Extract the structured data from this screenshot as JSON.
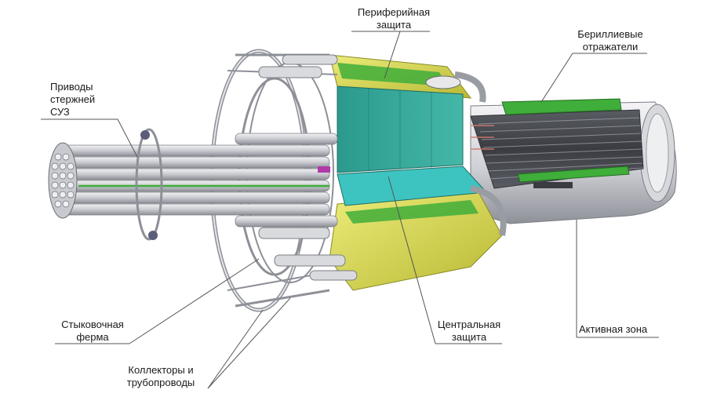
{
  "labels": {
    "peripheral_shield": [
      "Периферийная",
      "защита"
    ],
    "beryllium_reflectors": [
      "Бериллиевые",
      "отражатели"
    ],
    "control_rod_drives": [
      "Приводы",
      "стержней",
      "СУЗ"
    ],
    "docking_truss": [
      "Стыковочная",
      "ферма"
    ],
    "collectors_pipes": [
      "Коллекторы и",
      "трубопроводы"
    ],
    "central_shield": [
      "Центральная",
      "защита"
    ],
    "active_zone": [
      "Активная зона"
    ]
  },
  "colors": {
    "shield_yellow": "#d8d84a",
    "shield_teal": "#2fa89a",
    "shield_cyan": "#3ec4c0",
    "reflector_green": "#3fae3a",
    "metal_light": "#e3e3e6",
    "metal_mid": "#b9bac0",
    "metal_dark": "#6b6d74",
    "core_dark": "#4a4c52",
    "leader_line": "#555555"
  }
}
